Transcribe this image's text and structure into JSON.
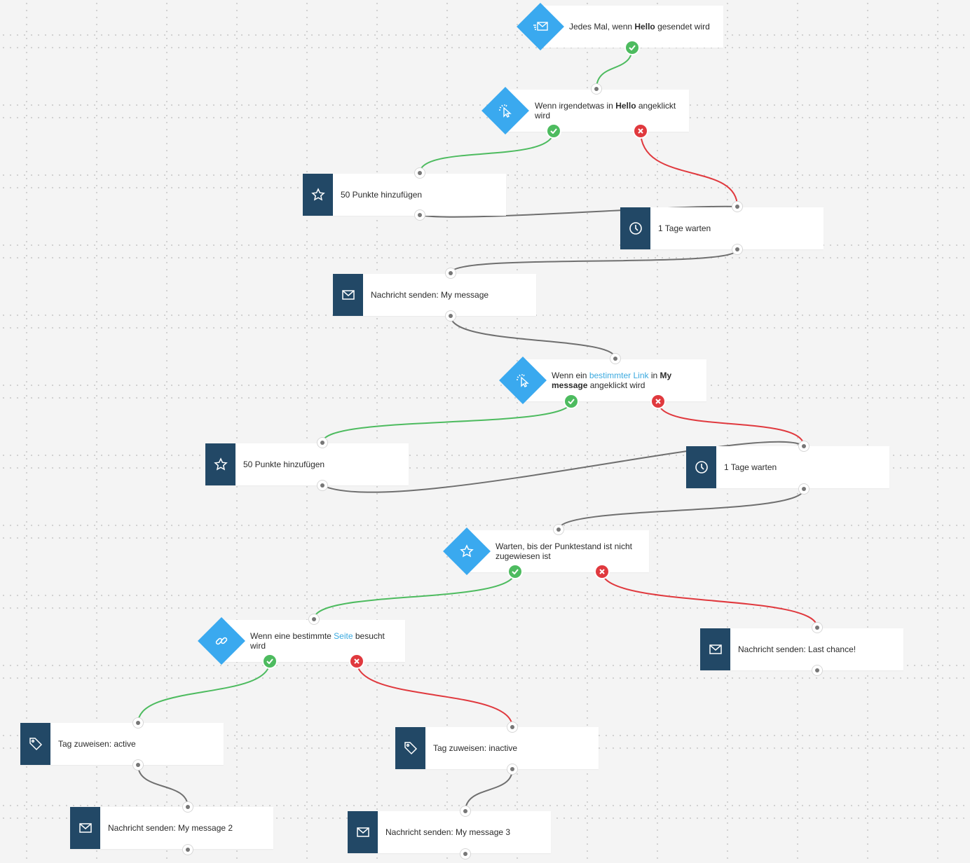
{
  "nodes": {
    "trigger": {
      "pre": "Jedes Mal, wenn ",
      "b1": "Hello",
      "post": " gesendet wird",
      "icon": "envelope-send-icon"
    },
    "click1": {
      "pre": "Wenn irgendetwas in ",
      "b1": "Hello",
      "post": " angeklickt wird",
      "icon": "cursor-click-icon"
    },
    "points1": {
      "label": "50 Punkte hinzufügen",
      "icon": "star-icon"
    },
    "wait1": {
      "label": "1 Tage warten",
      "icon": "clock-icon"
    },
    "send1": {
      "label": "Nachricht senden: My message",
      "icon": "envelope-icon"
    },
    "click2": {
      "pre": "Wenn ein ",
      "link": "bestimmter Link",
      "mid": " in ",
      "b1": "My message",
      "post": " angeklickt wird",
      "icon": "cursor-click-icon"
    },
    "points2": {
      "label": "50 Punkte hinzufügen",
      "icon": "star-icon"
    },
    "wait2": {
      "label": "1 Tage warten",
      "icon": "clock-icon"
    },
    "waitscore": {
      "label": "Warten, bis der Punktestand ist nicht zugewiesen ist",
      "icon": "star-icon"
    },
    "visit": {
      "pre": "Wenn eine bestimmte ",
      "link": "Seite",
      "post": " besucht wird",
      "icon": "link-icon"
    },
    "lastchance": {
      "label": "Nachricht senden: Last chance!",
      "icon": "envelope-icon"
    },
    "tagactive": {
      "label": "Tag zuweisen: active",
      "icon": "tag-icon"
    },
    "taginactive": {
      "label": "Tag zuweisen: inactive",
      "icon": "tag-icon"
    },
    "send2": {
      "label": "Nachricht senden: My message 2",
      "icon": "envelope-icon"
    },
    "send3": {
      "label": "Nachricht senden: My message 3",
      "icon": "envelope-icon"
    }
  },
  "colors": {
    "accent": "#3aa9ef",
    "action": "#224866",
    "yes": "#4dbb5f",
    "no": "#e0393e",
    "wire": "#6f6f6f",
    "link": "#3aa9df"
  }
}
